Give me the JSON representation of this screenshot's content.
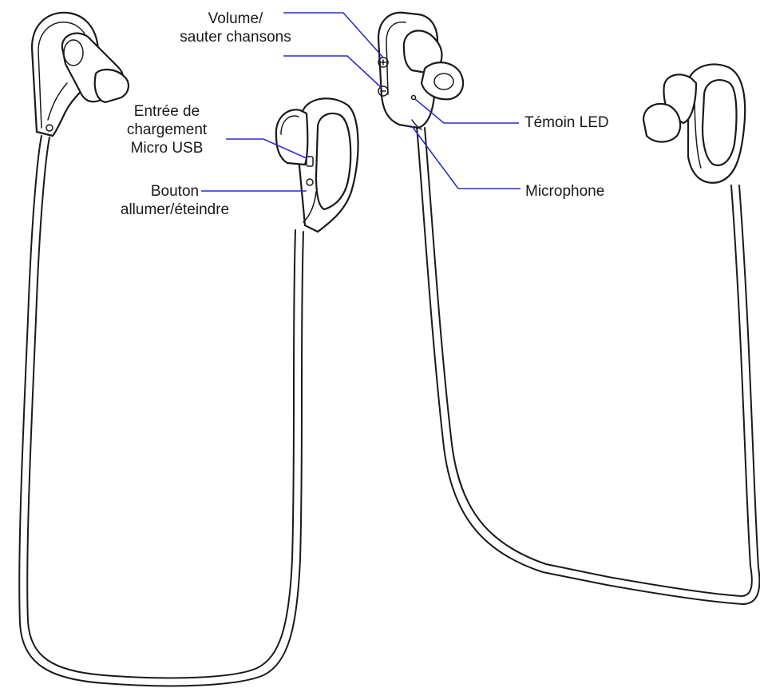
{
  "labels": {
    "volume": "Volume/\nsauter chansons",
    "charging": "Entrée de\nchargement\nMicro USB",
    "power": "Bouton\nallumer/éteindre",
    "led": "Témoin LED",
    "microphone": "Microphone"
  },
  "colors": {
    "leader_lines": "#2b2bd6",
    "outline": "#1a1a1a",
    "background": "#ffffff"
  }
}
